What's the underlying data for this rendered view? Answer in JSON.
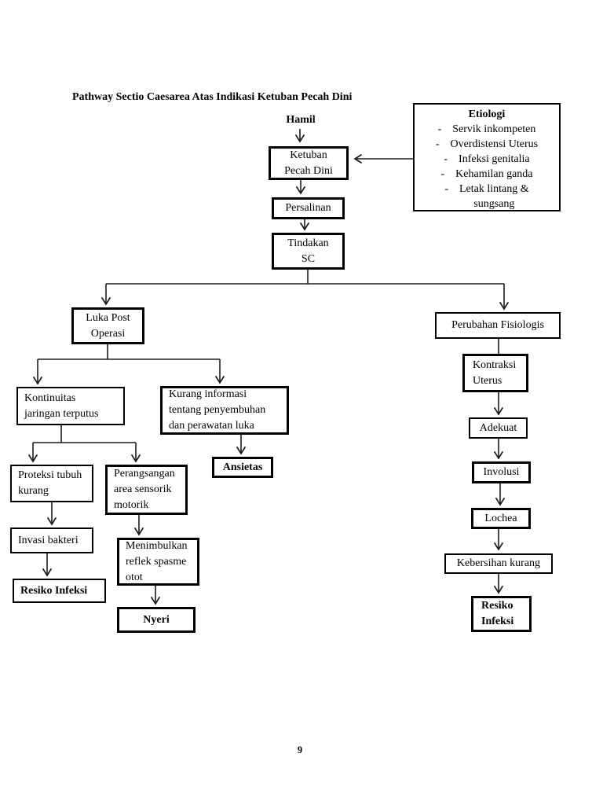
{
  "title": "Pathway Sectio Caesarea Atas Indikasi Ketuban Pecah Dini",
  "page_number": "9",
  "etiologi": {
    "title": "Etiologi",
    "marker": "-",
    "items": [
      "Servik inkompeten",
      "Overdistensi Uterus",
      "Infeksi genitalia",
      "Kehamilan ganda",
      "Letak lintang &\nsungsang"
    ]
  },
  "nodes": {
    "hamil": "Hamil",
    "ketuban_pecah_dini": "Ketuban\nPecah Dini",
    "persalinan": "Persalinan",
    "tindakan_sc": "Tindakan\nSC",
    "luka_post_operasi": "Luka Post\nOperasi",
    "perubahan_fisiologis": "Perubahan Fisiologis",
    "kontinuitas": "Kontinuitas\njaringan terputus",
    "kurang_informasi": "Kurang informasi\ntentang penyembuhan\ndan perawatan luka",
    "ansietas": "Ansietas",
    "proteksi_tubuh": "Proteksi tubuh\nkurang",
    "perangsangan": "Perangsangan\narea sensorik\nmotorik",
    "invasi_bakteri": "Invasi bakteri",
    "resiko_infeksi_kiri": "Resiko Infeksi",
    "menimbulkan_reflek": "Menimbulkan\nreflek spasme\notot",
    "nyeri": "Nyeri",
    "kontraksi_uterus": "Kontraksi\nUterus",
    "adekuat": "Adekuat",
    "involusi": "Involusi",
    "lochea": "Lochea",
    "kebersihan_kurang": "Kebersihan kurang",
    "resiko_infeksi_kanan": "Resiko\nInfeksi"
  },
  "colors": {
    "line": "#1c1c1c",
    "border": "#000000",
    "background": "#ffffff"
  }
}
